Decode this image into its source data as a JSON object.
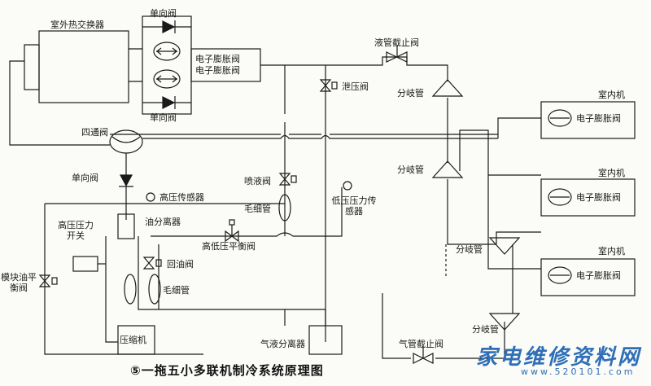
{
  "title": "⑤一拖五小多联机制冷系统原理图",
  "watermark": {
    "main": "家电维修资料网",
    "sub": "www.520101.com"
  },
  "labels": {
    "outdoor_hx": "室外热交换器",
    "check_valve": "单向阀",
    "elec_exp_valve": "电子膨胀阀",
    "liquid_stop_valve": "液管截止阀",
    "relief_valve": "泄压阀",
    "branch_pipe": "分岐管",
    "indoor_unit": "室内机",
    "four_way_valve": "四通阀",
    "high_pressure_sensor": "高压传感器",
    "spray_valve": "喷液阀",
    "capillary": "毛细管",
    "low_pressure_sensor": "低压压力传感器",
    "oil_separator": "油分离器",
    "high_pressure_switch": "高压压力开关",
    "hl_balance_valve": "高低压平衡阀",
    "oil_return_valve": "回油阀",
    "module_oil_balance_valve": "模块油平衡阀",
    "compressor": "压缩机",
    "gas_liquid_separator": "气液分离器",
    "gas_stop_valve": "气管截止阀"
  }
}
